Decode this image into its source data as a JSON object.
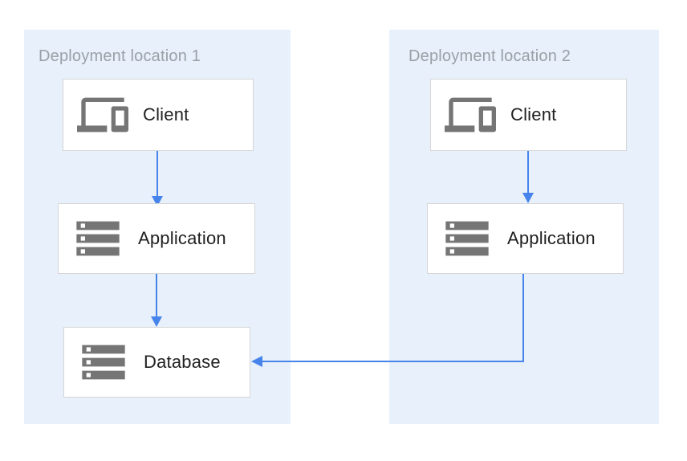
{
  "colors": {
    "page_bg": "#ffffff",
    "panel_bg": "#e7f0fb",
    "panel_title": "#9aa0a6",
    "node_bg": "#ffffff",
    "node_border": "#d6d6d6",
    "node_label": "#212121",
    "icon": "#757575",
    "arrow": "#4683ea"
  },
  "diagram": {
    "panels": [
      {
        "title": "Deployment location 1",
        "nodes": [
          {
            "id": "client-1",
            "label": "Client",
            "icon": "devices-icon"
          },
          {
            "id": "application-1",
            "label": "Application",
            "icon": "storage-icon"
          },
          {
            "id": "database-1",
            "label": "Database",
            "icon": "storage-icon"
          }
        ]
      },
      {
        "title": "Deployment location 2",
        "nodes": [
          {
            "id": "client-2",
            "label": "Client",
            "icon": "devices-icon"
          },
          {
            "id": "application-2",
            "label": "Application",
            "icon": "storage-icon"
          }
        ]
      }
    ],
    "connections": [
      {
        "from": "client-1",
        "to": "application-1"
      },
      {
        "from": "application-1",
        "to": "database-1"
      },
      {
        "from": "client-2",
        "to": "application-2"
      },
      {
        "from": "application-2",
        "to": "database-1"
      }
    ]
  }
}
